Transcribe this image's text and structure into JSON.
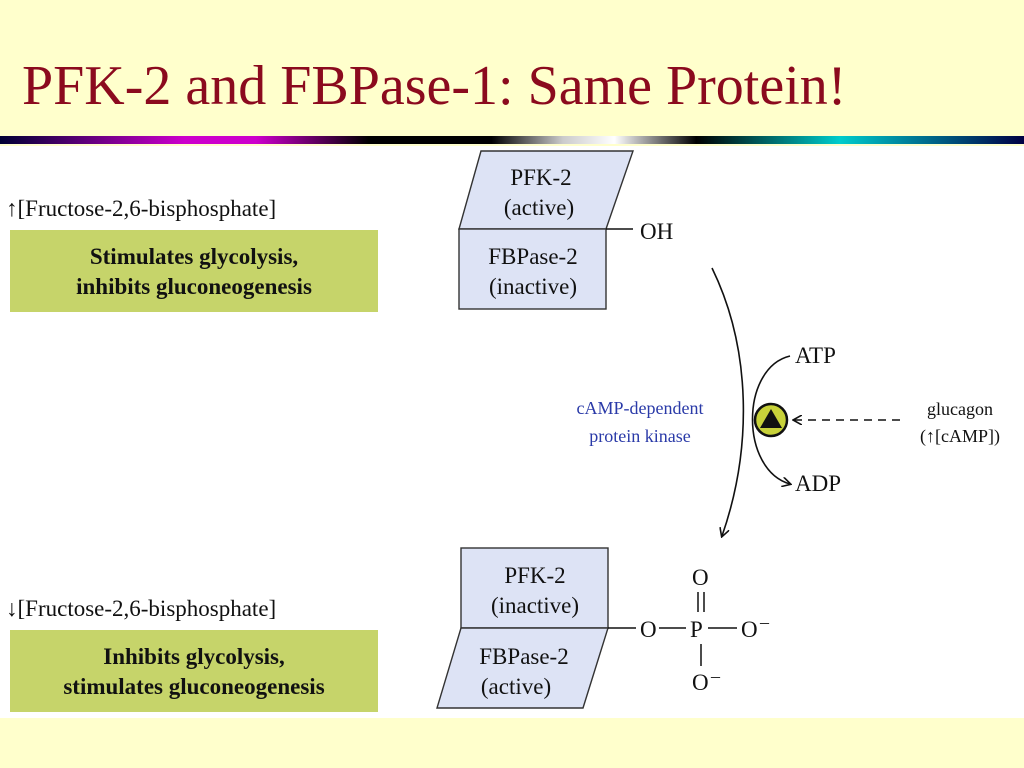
{
  "slide": {
    "title": "PFK-2 and FBPase-1: Same Protein!"
  },
  "high_state": {
    "level_label": "↑[Fructose-2,6-bisphosphate]",
    "effect_line1": "Stimulates glycolysis,",
    "effect_line2": "inhibits gluconeogenesis",
    "enzyme_top_name": "PFK-2",
    "enzyme_top_state": "(active)",
    "enzyme_bottom_name": "FBPase-2",
    "enzyme_bottom_state": "(inactive)",
    "group_label": "OH"
  },
  "low_state": {
    "level_label": "↓[Fructose-2,6-bisphosphate]",
    "effect_line1": "Inhibits glycolysis,",
    "effect_line2": "stimulates gluconeogenesis",
    "enzyme_top_name": "PFK-2",
    "enzyme_top_state": "(inactive)",
    "enzyme_bottom_name": "FBPase-2",
    "enzyme_bottom_state": "(active)"
  },
  "phosphate": {
    "top_o": "O",
    "left_o": "O",
    "p": "P",
    "right_o": "O",
    "right_charge": "–",
    "bottom_o": "O",
    "bottom_charge": "–"
  },
  "regulation": {
    "atp_label": "ATP",
    "adp_label": "ADP",
    "kinase_line1": "cAMP-dependent",
    "kinase_line2": "protein kinase",
    "hormone_line1": "glucagon",
    "hormone_line2": "(↑[cAMP])"
  },
  "colors": {
    "background": "#ffffcc",
    "title": "#8b0a1e",
    "caption_fill": "#c6d46a",
    "enzyme_fill": "#dde3f5",
    "kinase_text": "#2a3aa8"
  }
}
